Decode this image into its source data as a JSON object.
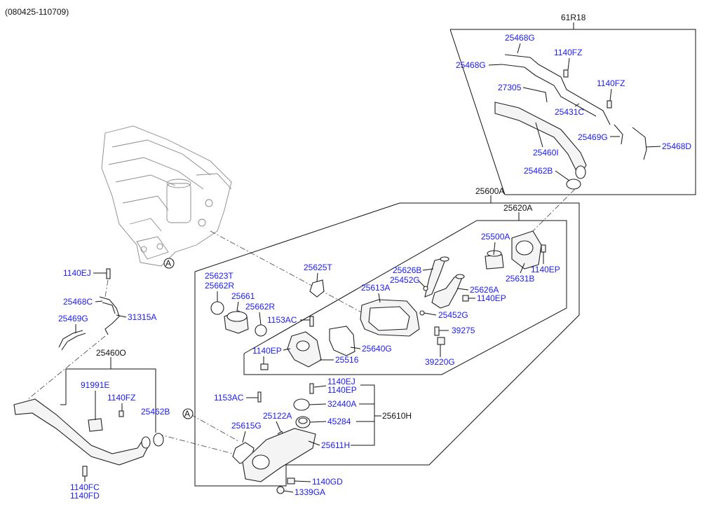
{
  "header": {
    "code": "(080425-110709)"
  },
  "groups": {
    "g61R18": "61R18",
    "g25600A": "25600A",
    "g25620A": "25620A",
    "g25460O": "25460O",
    "g25610H": "25610H"
  },
  "labels": {
    "l1": "25468G",
    "l2": "1140FZ",
    "l3": "25468G",
    "l4": "1140FZ",
    "l5": "27305",
    "l6": "25431C",
    "l7": "25469G",
    "l8": "25468D",
    "l9": "25460I",
    "l10": "25462B",
    "l11": "25500A",
    "l12": "1140EP",
    "l13": "25631B",
    "l14": "25623T",
    "l15": "25662R",
    "l16": "25625T",
    "l17": "25626B",
    "l18": "25452G",
    "l19": "25613A",
    "l20": "25626A",
    "l21": "1140EP",
    "l22": "25661",
    "l23": "25662R",
    "l24": "1153AC",
    "l25": "25452G",
    "l26": "39275",
    "l27": "1140EP",
    "l28": "25640G",
    "l29": "25516",
    "l30": "39220G",
    "l31": "1140EJ",
    "l32": "1140EP",
    "l33": "1153AC",
    "l34": "32440A",
    "l35": "25122A",
    "l36": "45284",
    "l37": "25615G",
    "l38": "25611H",
    "l39": "1140GD",
    "l40": "1339GA",
    "l41": "1140EJ",
    "l42": "25468C",
    "l43": "31315A",
    "l44": "25469G",
    "l45": "91991E",
    "l46": "1140FZ",
    "l47": "25462B",
    "l48": "1140FC",
    "l49": "1140FD"
  },
  "refs": {
    "a1": "A",
    "a2": "A"
  }
}
